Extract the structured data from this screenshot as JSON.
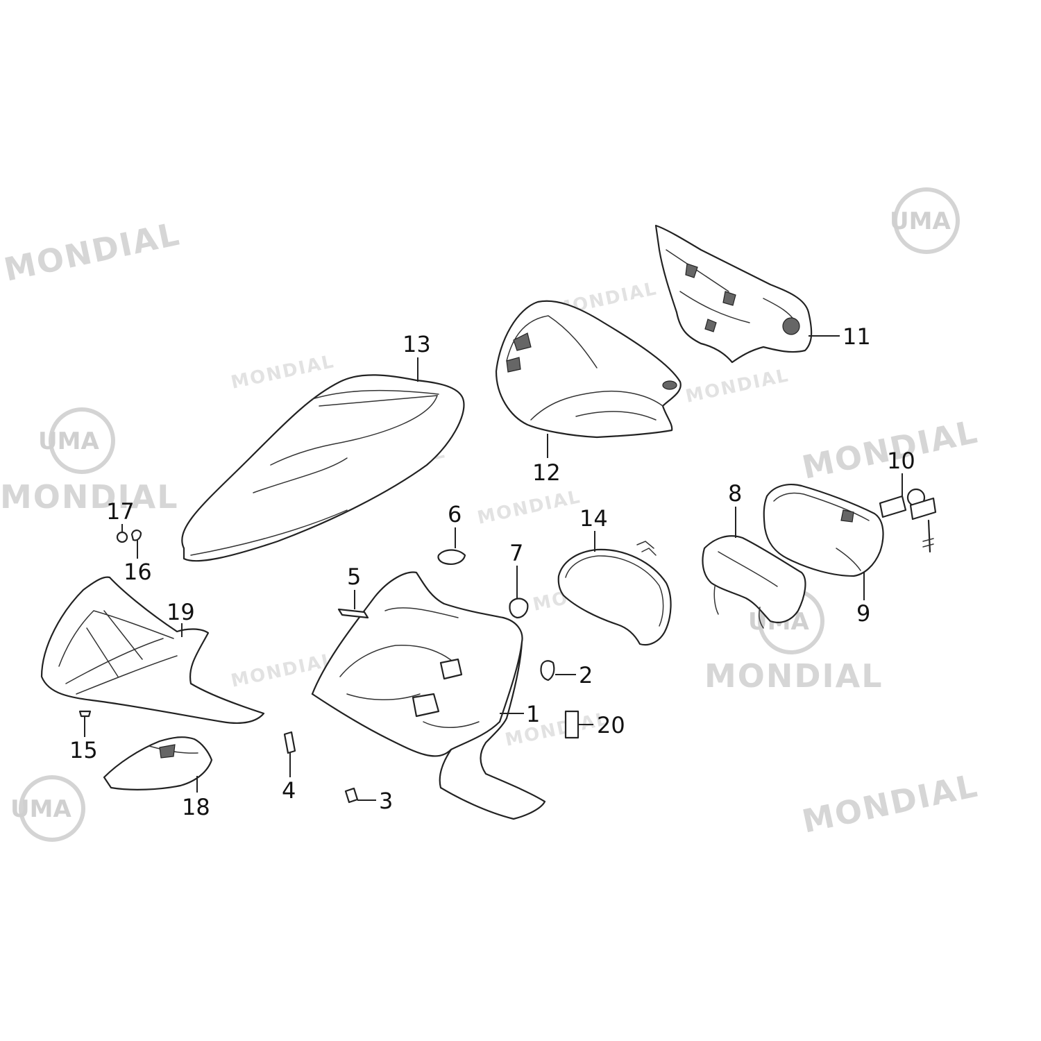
{
  "watermarks": {
    "brand": "MONDIAL",
    "logo": "UMA"
  },
  "callouts": [
    {
      "id": "c1",
      "label": "1"
    },
    {
      "id": "c2",
      "label": "2"
    },
    {
      "id": "c3",
      "label": "3"
    },
    {
      "id": "c4",
      "label": "4"
    },
    {
      "id": "c5",
      "label": "5"
    },
    {
      "id": "c6",
      "label": "6"
    },
    {
      "id": "c7",
      "label": "7"
    },
    {
      "id": "c8",
      "label": "8"
    },
    {
      "id": "c9",
      "label": "9"
    },
    {
      "id": "c10",
      "label": "10"
    },
    {
      "id": "c11",
      "label": "11"
    },
    {
      "id": "c12",
      "label": "12"
    },
    {
      "id": "c13",
      "label": "13"
    },
    {
      "id": "c14",
      "label": "14"
    },
    {
      "id": "c15",
      "label": "15"
    },
    {
      "id": "c16",
      "label": "16"
    },
    {
      "id": "c17",
      "label": "17"
    },
    {
      "id": "c18",
      "label": "18"
    },
    {
      "id": "c19",
      "label": "19"
    },
    {
      "id": "c20",
      "label": "20"
    }
  ],
  "colors": {
    "line": "#222222",
    "watermark": "#d6d6d6",
    "background": "#ffffff"
  }
}
